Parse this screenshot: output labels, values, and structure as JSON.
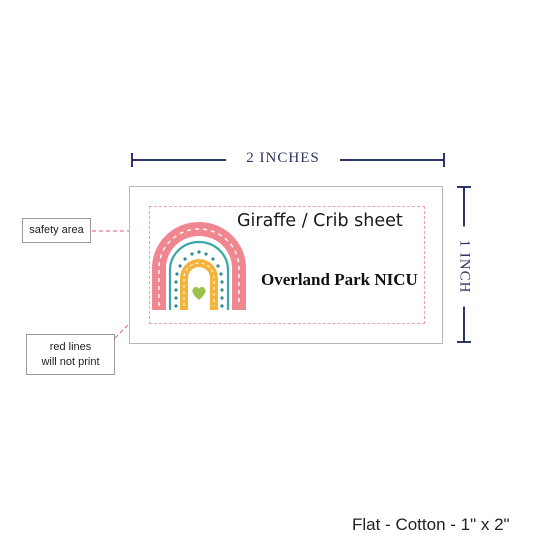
{
  "dimensions": {
    "width_label": "2 INCHES",
    "height_label": "1 INCH"
  },
  "label": {
    "line1": "Giraffe / Crib sheet",
    "line2": "Overland Park NICU",
    "graphic": "rainbow-heart-icon"
  },
  "callouts": {
    "safety_area": "safety area",
    "red_lines_1": "red lines",
    "red_lines_2": "will not print"
  },
  "caption": "Flat - Cotton - 1\" x 2\"",
  "colors": {
    "dimension_line": "#2c3566",
    "safety_line": "#eea0b0",
    "callout_line": "#e05a78"
  }
}
